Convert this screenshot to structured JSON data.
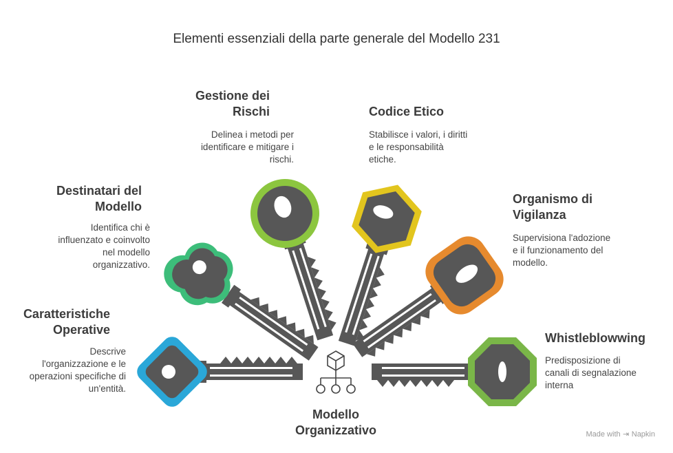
{
  "title": "Elementi essenziali della parte generale del Modello 231",
  "center": {
    "label_line1": "Modello",
    "label_line2": "Organizzativo",
    "icon": "org-chart-cube-icon"
  },
  "items": [
    {
      "id": "caratteristiche",
      "heading_line1": "Caratteristiche",
      "heading_line2": "Operative",
      "desc_lines": [
        "Descrive",
        "l'organizzazione e le",
        "operazioni specifiche di",
        "un'entità."
      ],
      "color": "#2aa7d8"
    },
    {
      "id": "destinatari",
      "heading_line1": "Destinatari del",
      "heading_line2": "Modello",
      "desc_lines": [
        "Identifica chi è",
        "influenzato e coinvolto",
        "nel modello",
        "organizzativo."
      ],
      "color": "#3dbd7a"
    },
    {
      "id": "gestione",
      "heading_line1": "Gestione dei",
      "heading_line2": "Rischi",
      "desc_lines": [
        "Delinea i metodi per",
        "identificare e mitigare i",
        "rischi."
      ],
      "color": "#8cc63f"
    },
    {
      "id": "codice",
      "heading_line1": "Codice Etico",
      "heading_line2": "",
      "desc_lines": [
        "Stabilisce i valori, i diritti",
        "e le responsabilità",
        "etiche."
      ],
      "color": "#e2c51e"
    },
    {
      "id": "organismo",
      "heading_line1": "Organismo di",
      "heading_line2": "Vigilanza",
      "desc_lines": [
        "Supervisiona l'adozione",
        "e il funzionamento del",
        "modello."
      ],
      "color": "#e68a2e"
    },
    {
      "id": "whistle",
      "heading_line1": "Whistleblowwing",
      "heading_line2": "",
      "desc_lines": [
        "Predisposizione di",
        "canali di segnalazione",
        "interna"
      ],
      "color": "#7ab648"
    }
  ],
  "footer": {
    "made_with": "Made with",
    "brand": "Napkin"
  }
}
